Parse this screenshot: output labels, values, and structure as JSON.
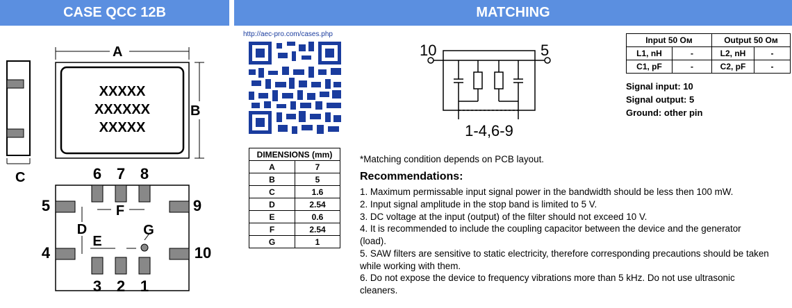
{
  "header": {
    "case_title": "CASE  QCC 12B",
    "matching_title": "MATCHING"
  },
  "url": "http://aec-pro.com/cases.php",
  "package": {
    "dim_labels": {
      "a": "A",
      "b": "B",
      "c": "C",
      "d": "D",
      "e": "E",
      "f": "F",
      "g": "G"
    },
    "marking": [
      "XXXXX",
      "XXXXXX",
      "XXXXX"
    ],
    "pins": {
      "p1": "1",
      "p2": "2",
      "p3": "3",
      "p4": "4",
      "p5": "5",
      "p6": "6",
      "p7": "7",
      "p8": "8",
      "p9": "9",
      "p10": "10"
    }
  },
  "dimensions": {
    "header": "DIMENSIONS (mm)",
    "rows": [
      {
        "key": "A",
        "value": "7"
      },
      {
        "key": "B",
        "value": "5"
      },
      {
        "key": "C",
        "value": "1.6"
      },
      {
        "key": "D",
        "value": "2.54"
      },
      {
        "key": "E",
        "value": "0.6"
      },
      {
        "key": "F",
        "value": "2.54"
      },
      {
        "key": "G",
        "value": "1"
      }
    ]
  },
  "schematic": {
    "left_pin": "10",
    "right_pin": "5",
    "ground_pins": "1-4,6-9"
  },
  "matching_table": {
    "headers": [
      "Input 50 Ом",
      "Output 50 Ом"
    ],
    "rows": [
      [
        "L1, nH",
        "-",
        "L2, nH",
        "-"
      ],
      [
        "C1, pF",
        "-",
        "C2, pF",
        "-"
      ]
    ]
  },
  "signals": {
    "input": "Signal input:  10",
    "output": "Signal output:  5",
    "ground": "Ground: other pin"
  },
  "note": "*Matching condition depends on PCB layout.",
  "recommendations": {
    "title": "Recommendations:",
    "items": [
      "1. Maximum permissable input signal power in the bandwidth should be less then 100 mW.",
      "2. Input signal amplitude in the stop band is limited to 5 V.",
      "3. DC voltage at the input (output) of the filter should not exceed 10 V.",
      "4. It is recommended to include the coupling capacitor between the device and the generator (load).",
      "5. SAW filters are sensitive to static electricity, therefore corresponding precautions should be taken while working with them.",
      "6. Do not expose the device to frequency vibrations more than 5 kHz. Do not use ultrasonic cleaners."
    ]
  }
}
